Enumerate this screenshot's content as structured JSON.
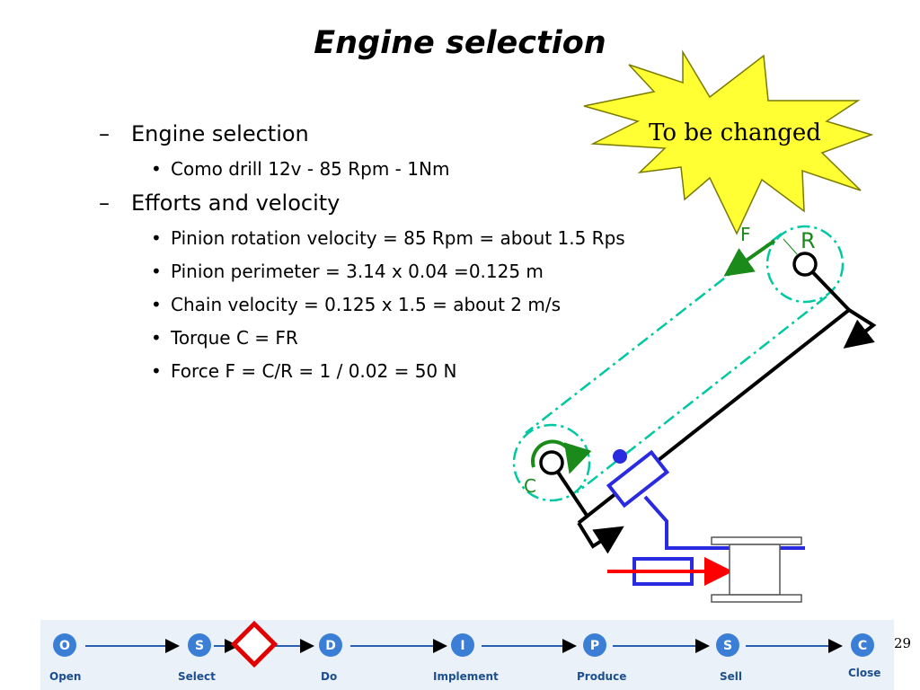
{
  "slide": {
    "title": "Engine selection",
    "page_number": "29",
    "callout": "To be changed"
  },
  "bullets": {
    "section1": {
      "label": "Engine selection",
      "items": [
        "Como drill 12v - 85 Rpm - 1Nm"
      ]
    },
    "section2": {
      "label": "Efforts and velocity",
      "items": [
        "Pinion rotation velocity = 85 Rpm = about 1.5 Rps",
        "Pinion perimeter = 3.14 x 0.04 =0.125 m",
        "Chain velocity = 0.125 x 1.5 = about 2 m/s",
        "Torque C = FR",
        "Force F = C/R = 1 / 0.02 = 50 N"
      ]
    }
  },
  "diagram": {
    "label_f": "F",
    "label_r": "R",
    "label_c": "C"
  },
  "process": {
    "steps": [
      {
        "letter": "O",
        "label": "Open"
      },
      {
        "letter": "S",
        "label": "Select"
      },
      {
        "letter": "D",
        "label": "Do"
      },
      {
        "letter": "I",
        "label": "Implement"
      },
      {
        "letter": "P",
        "label": "Produce"
      },
      {
        "letter": "S",
        "label": "Sell"
      },
      {
        "letter": "C",
        "label": "Close"
      }
    ]
  },
  "colors": {
    "callout_fill": "#ffff33",
    "chain": "#00c8a0",
    "frame": "#000000",
    "mechanism": "#2a2ae0",
    "force": "#1a8a1a",
    "push": "#ff0000",
    "step_badge": "#3a7fd5",
    "current_step": "#e00000"
  }
}
